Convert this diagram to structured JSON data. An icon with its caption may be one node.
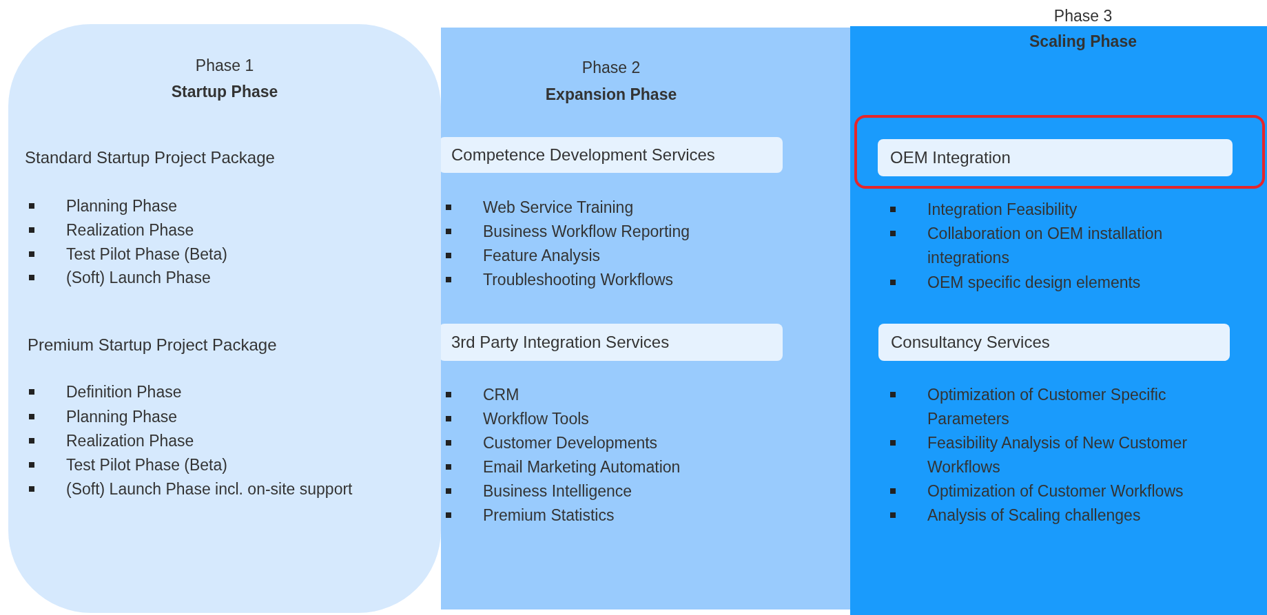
{
  "diagram": {
    "nodes": [
      {
        "text": [
          "Phase 1",
          "Startup Phase",
          "Standard Startup Project Package",
          "Planning Phase",
          "Realization Phase",
          "Test Pilot Phase (Beta)",
          "(Soft) Launch Phase",
          "Premium Startup Project Package",
          "Definition Phase",
          "Planning Phase",
          "Realization Phase",
          "Test Pilot Phase (Beta)",
          "(Soft) Launch Phase incl. on-site support"
        ]
      },
      {
        "text": [
          "Phase 2",
          "Expansion Phase",
          "Web Service Training",
          "Business Workflow Reporting",
          "Feature Analysis",
          "Troubleshooting Workflows",
          "CRM",
          "Workflow Tools",
          "Customer Developments",
          "Email Marketing Automation",
          "Business Intelligence",
          "Premium Statistics"
        ]
      },
      {
        "text": [
          "Competence Development Services"
        ],
        "in": 1
      },
      {
        "text": [
          "3rd Party Integration Services"
        ],
        "in": 1
      },
      {
        "text": [
          "Phase 3",
          "Scaling Phase",
          "Integration Feasibility",
          "Collaboration on OEM installation integrations",
          "OEM specific design elements",
          "Optimization of Customer Specific Parameters",
          "Feasibility Analysis of New Customer Workflows",
          "Optimization of Customer Workflows",
          "Analysis of Scaling challenges"
        ]
      },
      {
        "text": [],
        "shape": "box",
        "in": 4
      },
      {
        "text": [
          "OEM Integration"
        ],
        "in": 5
      },
      {
        "text": [
          "Consultancy Services"
        ],
        "in": 4
      }
    ]
  }
}
